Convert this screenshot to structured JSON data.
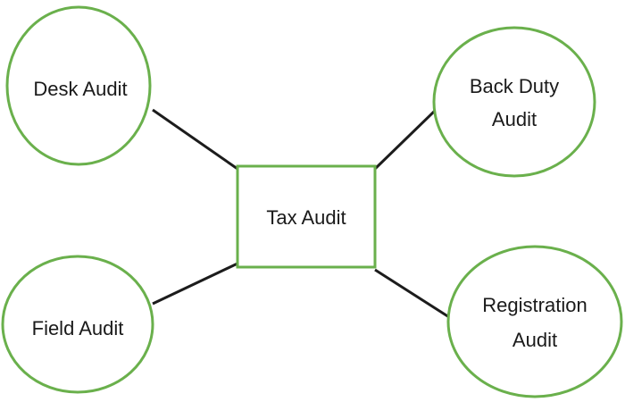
{
  "diagram": {
    "center": {
      "label": "Tax Audit"
    },
    "nodes": {
      "desk": {
        "lines": [
          "Desk Audit"
        ]
      },
      "back_duty": {
        "lines": [
          "Back Duty",
          "Audit"
        ]
      },
      "field": {
        "lines": [
          "Field Audit"
        ]
      },
      "registration": {
        "lines": [
          "Registration",
          "Audit"
        ]
      }
    },
    "colors": {
      "node_border": "#6ab04c",
      "connector": "#1c1c1c",
      "text": "#1a1a1a",
      "background": "#ffffff"
    }
  }
}
